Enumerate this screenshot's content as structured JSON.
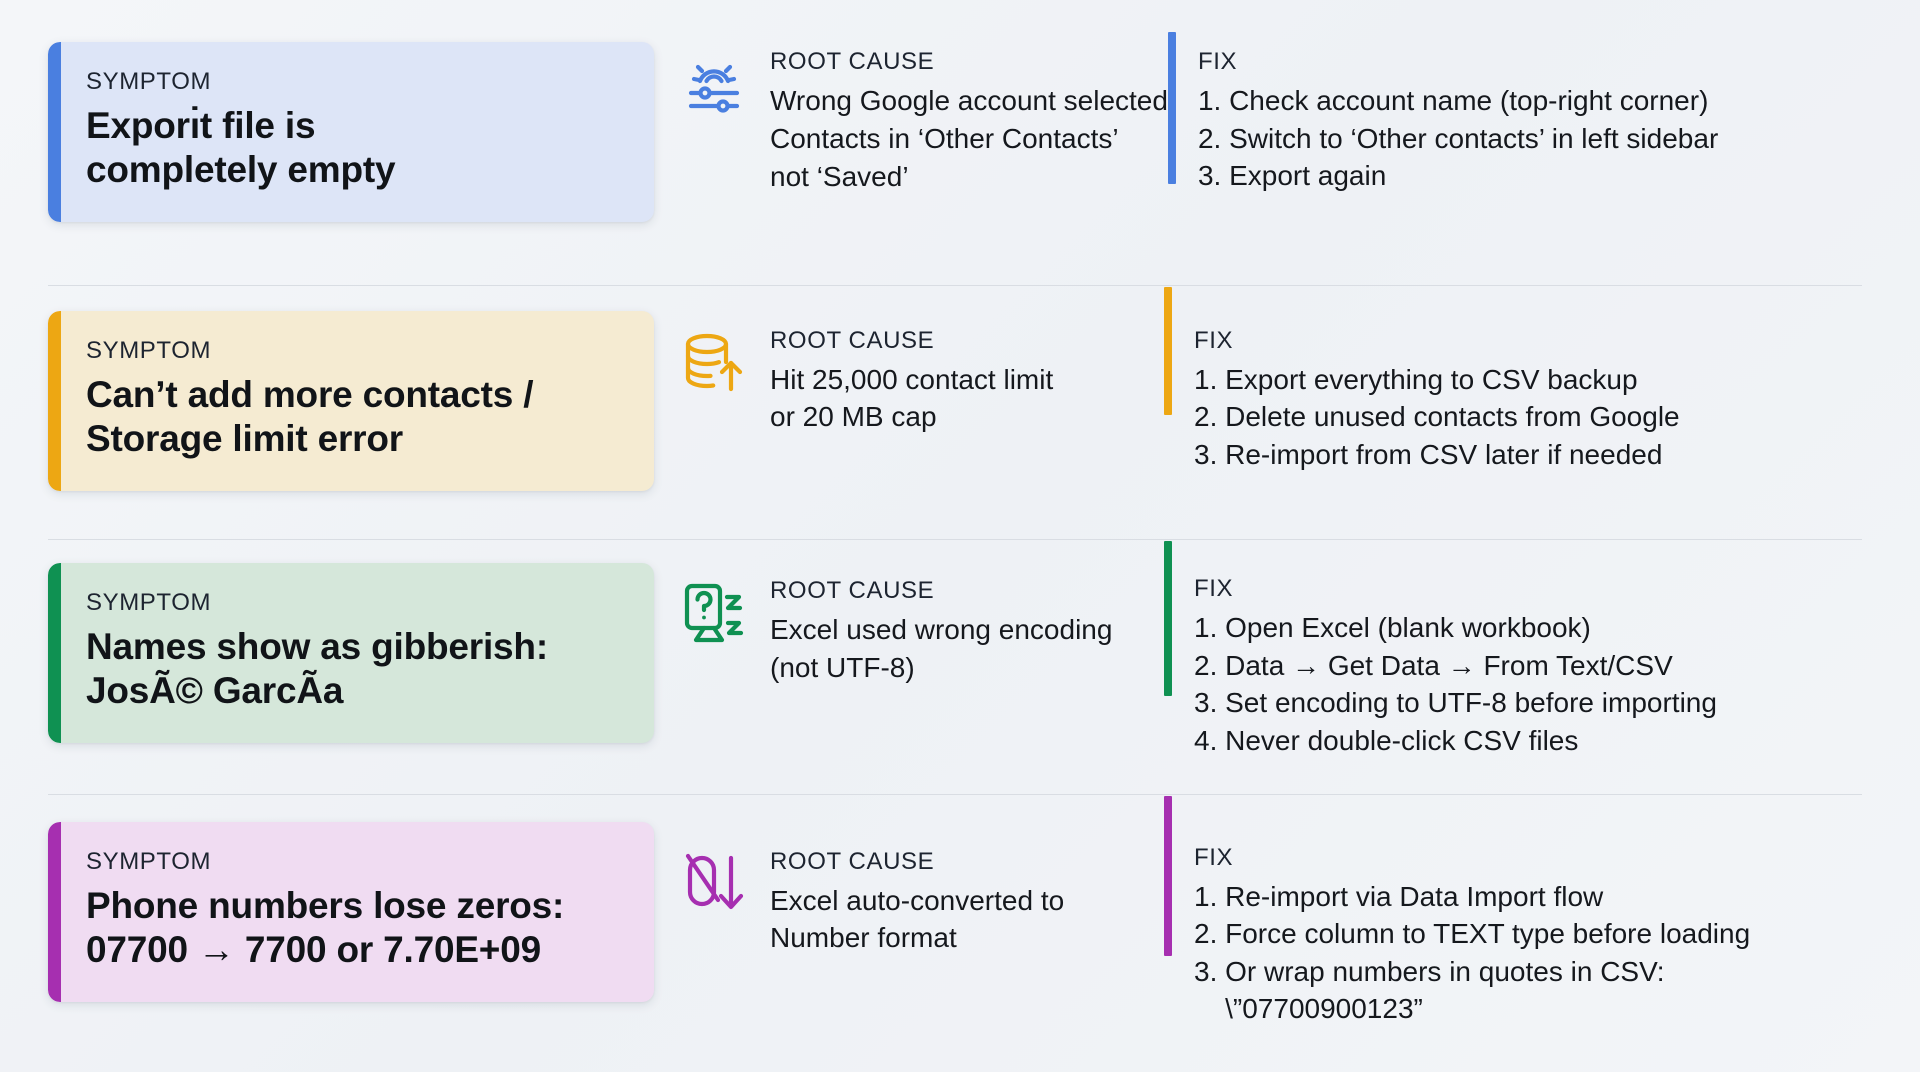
{
  "theme": {
    "background": "#f1f4f7",
    "text": "#15181d",
    "divider": "#d9dde3"
  },
  "labels": {
    "symptom": "SYMPTOM",
    "root_cause": "ROOT CAUSE",
    "fix": "FIX"
  },
  "rows": [
    {
      "accent": "#4a7fe0",
      "card_bg": "#dde5f7",
      "icon": "settings-sliders-icon",
      "symptom_lines": [
        "Exporı̇t file is",
        "completely empty"
      ],
      "cause_lines": [
        "Wrong Google account selected",
        "Contacts in ‘Other Contacts’",
        "not ‘Saved’"
      ],
      "fix_steps": [
        "1. Check account name (top-right corner)",
        "2. Switch to ‘Other contacts’ in left sidebar",
        "3. Export again"
      ]
    },
    {
      "accent": "#eda713",
      "card_bg": "#f5ebd2",
      "icon": "database-upload-icon",
      "symptom_lines": [
        "Can’t add more contacts /",
        "Storage limit error"
      ],
      "cause_lines": [
        "Hit 25,000 contact limit",
        "or 20 MB cap"
      ],
      "fix_steps": [
        "1. Export everything to CSV backup",
        "2. Delete unused contacts from Google",
        "3. Re-import from CSV later if needed"
      ]
    },
    {
      "accent": "#0f9152",
      "card_bg": "#d5e7da",
      "icon": "unknown-glyph-icon",
      "symptom_lines": [
        "Names show as gibberish:",
        "JosÃ© GarcÃ­a"
      ],
      "cause_lines": [
        "Excel used wrong encoding",
        "(not UTF-8)"
      ],
      "fix_steps": [
        "1. Open Excel (blank workbook)",
        "2. Data → Get Data → From Text/CSV",
        "3. Set encoding to UTF-8 before importing",
        "4. Never double-click CSV files"
      ]
    },
    {
      "accent": "#a62fb0",
      "card_bg": "#f0dcf2",
      "icon": "zero-stripped-arrow-icon",
      "symptom_lines": [
        "Phone numbers lose zeros:",
        "07700 → 7700 or 7.70E+09"
      ],
      "cause_lines": [
        "Excel auto-converted to",
        "Number format"
      ],
      "fix_steps": [
        "1. Re-import via Data Import flow",
        "2. Force column to TEXT type before loading",
        "3. Or wrap numbers in quotes in CSV:",
        "    \\”07700900123”"
      ]
    }
  ]
}
